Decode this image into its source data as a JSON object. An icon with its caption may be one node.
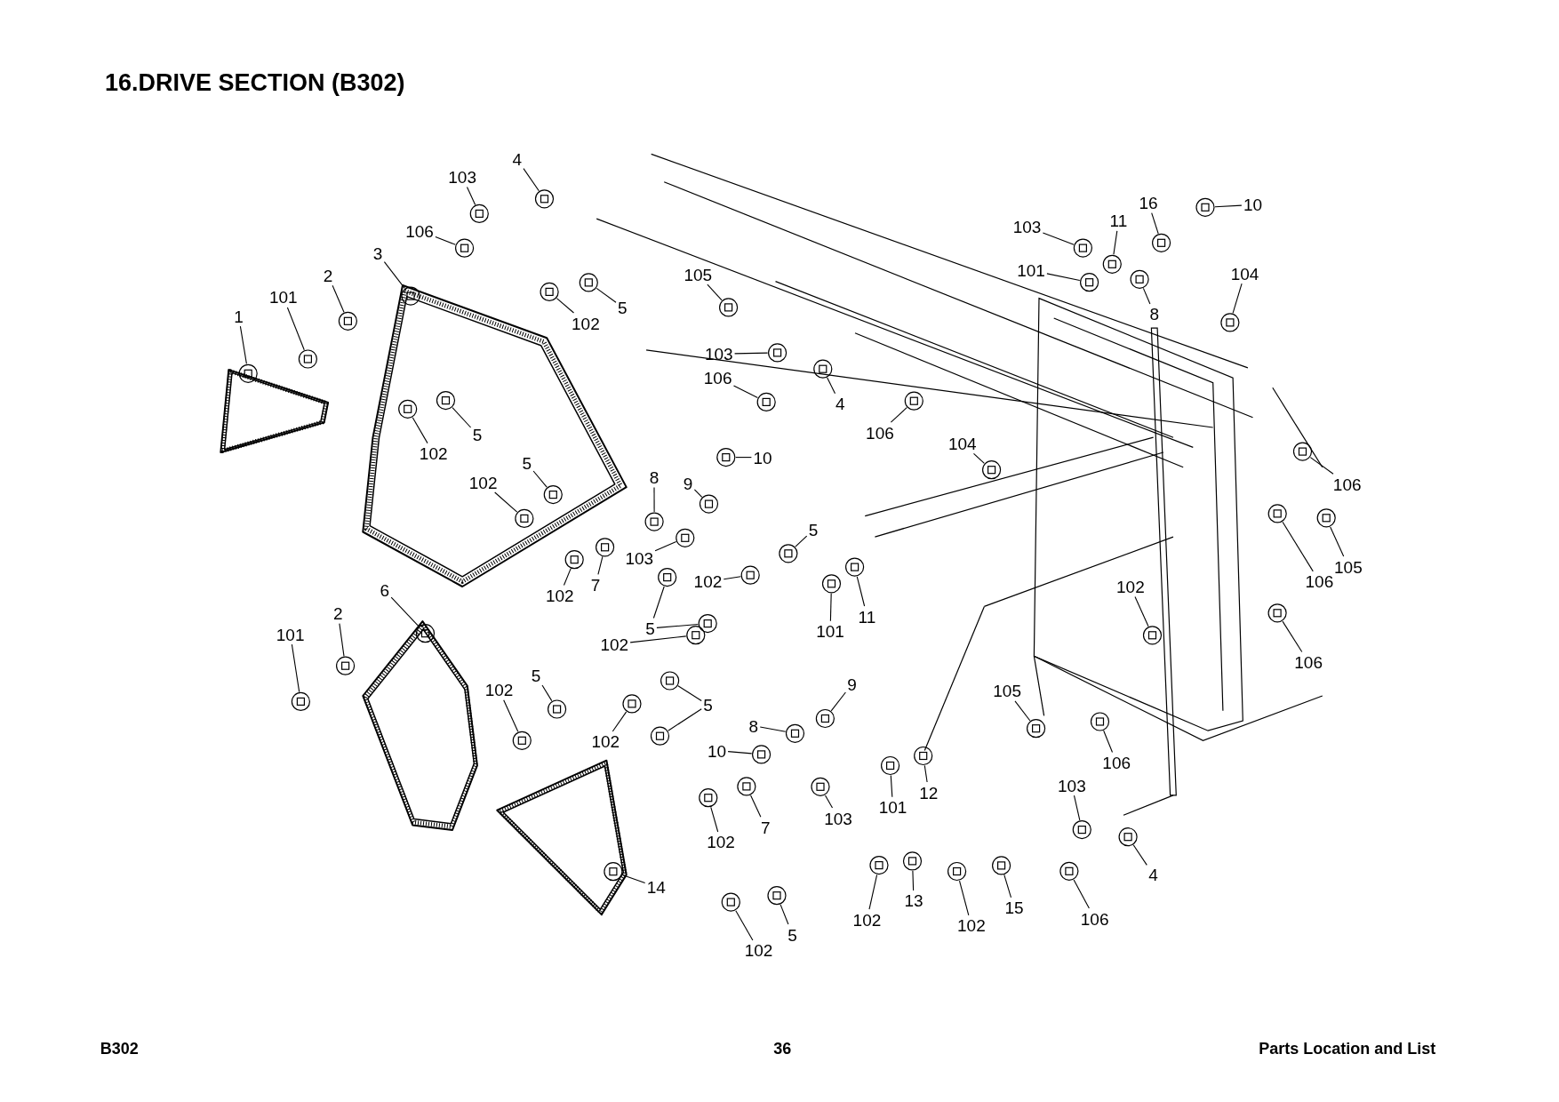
{
  "diagram": {
    "title": "16.DRIVE SECTION (B302)",
    "nodes": [
      {
        "text": [
          "4"
        ]
      },
      {
        "text": [
          "103"
        ]
      },
      {
        "text": [
          "106"
        ]
      },
      {
        "text": [
          "3"
        ]
      },
      {
        "text": [
          "2"
        ]
      },
      {
        "text": [
          "101"
        ]
      },
      {
        "text": [
          "1"
        ]
      },
      {
        "text": [
          "5"
        ]
      },
      {
        "text": [
          "102"
        ]
      },
      {
        "text": [
          "105"
        ]
      },
      {
        "text": [
          "103"
        ]
      },
      {
        "text": [
          "106"
        ]
      },
      {
        "text": [
          "4"
        ]
      },
      {
        "text": [
          "106"
        ]
      },
      {
        "text": [
          "5"
        ]
      },
      {
        "text": [
          "102"
        ]
      },
      {
        "text": [
          "5"
        ]
      },
      {
        "text": [
          "102"
        ]
      },
      {
        "text": [
          "10"
        ]
      },
      {
        "text": [
          "9"
        ]
      },
      {
        "text": [
          "8"
        ]
      },
      {
        "text": [
          "104"
        ]
      },
      {
        "text": [
          "103"
        ]
      },
      {
        "text": [
          "5"
        ]
      },
      {
        "text": [
          "7"
        ]
      },
      {
        "text": [
          "102"
        ]
      },
      {
        "text": [
          "102"
        ]
      },
      {
        "text": [
          "5"
        ]
      },
      {
        "text": [
          "102"
        ]
      },
      {
        "text": [
          "101"
        ]
      },
      {
        "text": [
          "11"
        ]
      },
      {
        "text": [
          "6"
        ]
      },
      {
        "text": [
          "2"
        ]
      },
      {
        "text": [
          "101"
        ]
      },
      {
        "text": [
          "5"
        ]
      },
      {
        "text": [
          "102"
        ]
      },
      {
        "text": [
          "5"
        ]
      },
      {
        "text": [
          "102"
        ]
      },
      {
        "text": [
          "9"
        ]
      },
      {
        "text": [
          "8"
        ]
      },
      {
        "text": [
          "10"
        ]
      },
      {
        "text": [
          "102"
        ]
      },
      {
        "text": [
          "105"
        ]
      },
      {
        "text": [
          "106"
        ]
      },
      {
        "text": [
          "106"
        ]
      },
      {
        "text": [
          "105"
        ]
      },
      {
        "text": [
          "106"
        ]
      },
      {
        "text": [
          "106"
        ]
      },
      {
        "text": [
          "12"
        ]
      },
      {
        "text": [
          "101"
        ]
      },
      {
        "text": [
          "103"
        ]
      },
      {
        "text": [
          "7"
        ]
      },
      {
        "text": [
          "102"
        ]
      },
      {
        "text": [
          "103"
        ]
      },
      {
        "text": [
          "4"
        ]
      },
      {
        "text": [
          "106"
        ]
      },
      {
        "text": [
          "14"
        ]
      },
      {
        "text": [
          "5"
        ]
      },
      {
        "text": [
          "102"
        ]
      },
      {
        "text": [
          "102"
        ]
      },
      {
        "text": [
          "13"
        ]
      },
      {
        "text": [
          "102"
        ]
      },
      {
        "text": [
          "15"
        ]
      },
      {
        "text": [
          "103"
        ]
      },
      {
        "text": [
          "11"
        ]
      },
      {
        "text": [
          "16"
        ]
      },
      {
        "text": [
          "10"
        ]
      },
      {
        "text": [
          "101"
        ]
      },
      {
        "text": [
          "104"
        ]
      },
      {
        "text": [
          "8"
        ]
      },
      {
        "text": [],
        "shape": "picture"
      },
      {
        "text": [],
        "shape": "picture"
      },
      {
        "text": [],
        "shape": "picture"
      },
      {
        "text": [],
        "shape": "picture"
      },
      {
        "text": [],
        "shape": "picture"
      },
      {
        "text": [],
        "shape": "picture"
      },
      {
        "text": [],
        "shape": "picture"
      },
      {
        "text": [],
        "shape": "picture"
      },
      {
        "text": [],
        "shape": "picture"
      },
      {
        "text": [],
        "shape": "picture"
      },
      {
        "text": [],
        "shape": "picture"
      },
      {
        "text": [],
        "shape": "picture"
      },
      {
        "text": [],
        "shape": "picture"
      },
      {
        "text": [],
        "shape": "picture"
      },
      {
        "text": [],
        "shape": "picture"
      },
      {
        "text": [],
        "shape": "picture"
      },
      {
        "text": [],
        "shape": "picture"
      },
      {
        "text": [],
        "shape": "picture"
      },
      {
        "text": [],
        "shape": "picture"
      },
      {
        "text": [],
        "shape": "picture"
      },
      {
        "text": [],
        "shape": "picture"
      },
      {
        "text": [],
        "shape": "picture"
      },
      {
        "text": [],
        "shape": "picture"
      },
      {
        "text": [],
        "shape": "picture"
      },
      {
        "text": [],
        "shape": "picture"
      },
      {
        "text": [],
        "shape": "picture"
      },
      {
        "text": [],
        "shape": "picture"
      },
      {
        "text": [],
        "shape": "picture"
      },
      {
        "text": [],
        "shape": "picture"
      },
      {
        "text": [],
        "shape": "picture"
      },
      {
        "text": [],
        "shape": "picture"
      },
      {
        "text": [],
        "shape": "picture"
      },
      {
        "text": [],
        "shape": "picture"
      },
      {
        "text": [],
        "shape": "picture"
      },
      {
        "text": [],
        "shape": "picture"
      },
      {
        "text": [],
        "shape": "picture"
      },
      {
        "text": [],
        "shape": "picture"
      },
      {
        "text": [],
        "shape": "picture"
      },
      {
        "text": [],
        "shape": "picture"
      },
      {
        "text": [],
        "shape": "picture"
      },
      {
        "text": [],
        "shape": "picture"
      },
      {
        "text": [],
        "shape": "picture"
      },
      {
        "text": [],
        "shape": "picture"
      },
      {
        "text": [],
        "shape": "picture"
      },
      {
        "text": [],
        "shape": "picture"
      },
      {
        "text": [],
        "shape": "picture"
      },
      {
        "text": [],
        "shape": "picture"
      },
      {
        "text": [],
        "shape": "picture"
      },
      {
        "text": [],
        "shape": "picture"
      },
      {
        "text": [],
        "shape": "picture"
      },
      {
        "text": [],
        "shape": "picture"
      },
      {
        "text": [],
        "shape": "picture"
      },
      {
        "text": [],
        "shape": "picture"
      },
      {
        "text": [],
        "shape": "picture"
      },
      {
        "text": [],
        "shape": "picture"
      },
      {
        "text": [],
        "shape": "picture"
      },
      {
        "text": [],
        "shape": "picture"
      },
      {
        "text": [],
        "shape": "picture"
      },
      {
        "text": [],
        "shape": "picture"
      },
      {
        "text": [],
        "shape": "picture"
      },
      {
        "text": [],
        "shape": "picture"
      },
      {
        "text": [],
        "shape": "picture"
      },
      {
        "text": [],
        "shape": "picture"
      },
      {
        "text": [],
        "shape": "picture"
      },
      {
        "text": [],
        "shape": "picture"
      },
      {
        "text": [],
        "shape": "picture"
      },
      {
        "text": [],
        "shape": "picture"
      },
      {
        "text": [],
        "shape": "picture"
      },
      {
        "text": [],
        "shape": "picture"
      },
      {
        "text": [],
        "shape": "picture"
      },
      {
        "text": [],
        "shape": "picture"
      },
      {
        "text": [],
        "shape": "picture"
      }
    ],
    "edges": [
      {
        "from": 0,
        "to": 70,
        "arrow": "none"
      },
      {
        "from": 1,
        "to": 71,
        "arrow": "none"
      },
      {
        "from": 2,
        "to": 72,
        "arrow": "none"
      },
      {
        "from": 3,
        "to": 73,
        "arrow": "none"
      },
      {
        "from": 4,
        "to": 74,
        "arrow": "none"
      },
      {
        "from": 5,
        "to": 75,
        "arrow": "none"
      },
      {
        "from": 6,
        "to": 76,
        "arrow": "none"
      },
      {
        "from": 7,
        "to": 77,
        "arrow": "none"
      },
      {
        "from": 8,
        "to": 78,
        "arrow": "none"
      },
      {
        "from": 9,
        "to": 79,
        "arrow": "none"
      },
      {
        "from": 10,
        "to": 80,
        "arrow": "none"
      },
      {
        "from": 11,
        "to": 81,
        "arrow": "none"
      },
      {
        "from": 12,
        "to": 82,
        "arrow": "none"
      },
      {
        "from": 13,
        "to": 83,
        "arrow": "none"
      },
      {
        "from": 14,
        "to": 84,
        "arrow": "none"
      },
      {
        "from": 15,
        "to": 85,
        "arrow": "none"
      },
      {
        "from": 16,
        "to": 86,
        "arrow": "none"
      },
      {
        "from": 17,
        "to": 87,
        "arrow": "none"
      },
      {
        "from": 18,
        "to": 88,
        "arrow": "none"
      },
      {
        "from": 19,
        "to": 89,
        "arrow": "none"
      },
      {
        "from": 20,
        "to": 90,
        "arrow": "none"
      },
      {
        "from": 21,
        "to": 91,
        "arrow": "none"
      },
      {
        "from": 22,
        "to": 92,
        "arrow": "none"
      },
      {
        "from": 23,
        "to": 93,
        "arrow": "none"
      },
      {
        "from": 24,
        "to": 94,
        "arrow": "none"
      },
      {
        "from": 25,
        "to": 95,
        "arrow": "none"
      },
      {
        "from": 26,
        "to": 96,
        "arrow": "none"
      },
      {
        "from": 27,
        "to": 97,
        "arrow": "none"
      },
      {
        "from": 27,
        "to": 98,
        "arrow": "none"
      },
      {
        "from": 28,
        "to": 99,
        "arrow": "none"
      },
      {
        "from": 29,
        "to": 100,
        "arrow": "none"
      },
      {
        "from": 30,
        "to": 101,
        "arrow": "none"
      },
      {
        "from": 31,
        "to": 102,
        "arrow": "none"
      },
      {
        "from": 32,
        "to": 103,
        "arrow": "none"
      },
      {
        "from": 33,
        "to": 104,
        "arrow": "none"
      },
      {
        "from": 34,
        "to": 105,
        "arrow": "none"
      },
      {
        "from": 35,
        "to": 106,
        "arrow": "none"
      },
      {
        "from": 36,
        "to": 107,
        "arrow": "none"
      },
      {
        "from": 36,
        "to": 108,
        "arrow": "none"
      },
      {
        "from": 37,
        "to": 109,
        "arrow": "none"
      },
      {
        "from": 38,
        "to": 110,
        "arrow": "none"
      },
      {
        "from": 39,
        "to": 111,
        "arrow": "none"
      },
      {
        "from": 40,
        "to": 112,
        "arrow": "none"
      },
      {
        "from": 41,
        "to": 113,
        "arrow": "none"
      },
      {
        "from": 42,
        "to": 114,
        "arrow": "none"
      },
      {
        "from": 43,
        "to": 115,
        "arrow": "none"
      },
      {
        "from": 44,
        "to": 116,
        "arrow": "none"
      },
      {
        "from": 45,
        "to": 117,
        "arrow": "none"
      },
      {
        "from": 46,
        "to": 118,
        "arrow": "none"
      },
      {
        "from": 47,
        "to": 119,
        "arrow": "none"
      },
      {
        "from": 48,
        "to": 120,
        "arrow": "none"
      },
      {
        "from": 49,
        "to": 121,
        "arrow": "none"
      },
      {
        "from": 50,
        "to": 122,
        "arrow": "none"
      },
      {
        "from": 51,
        "to": 123,
        "arrow": "none"
      },
      {
        "from": 52,
        "to": 124,
        "arrow": "none"
      },
      {
        "from": 53,
        "to": 125,
        "arrow": "none"
      },
      {
        "from": 54,
        "to": 126,
        "arrow": "none"
      },
      {
        "from": 55,
        "to": 127,
        "arrow": "none"
      },
      {
        "from": 56,
        "to": 128,
        "arrow": "none"
      },
      {
        "from": 57,
        "to": 129,
        "arrow": "none"
      },
      {
        "from": 58,
        "to": 130,
        "arrow": "none"
      },
      {
        "from": 59,
        "to": 131,
        "arrow": "none"
      },
      {
        "from": 60,
        "to": 132,
        "arrow": "none"
      },
      {
        "from": 61,
        "to": 133,
        "arrow": "none"
      },
      {
        "from": 62,
        "to": 134,
        "arrow": "none"
      },
      {
        "from": 63,
        "to": 135,
        "arrow": "none"
      },
      {
        "from": 64,
        "to": 136,
        "arrow": "none"
      },
      {
        "from": 65,
        "to": 137,
        "arrow": "none"
      },
      {
        "from": 66,
        "to": 138,
        "arrow": "none"
      },
      {
        "from": 67,
        "to": 139,
        "arrow": "none"
      },
      {
        "from": 68,
        "to": 140,
        "arrow": "none"
      },
      {
        "from": 69,
        "to": 141,
        "arrow": "none"
      }
    ],
    "labels": [
      "B302",
      "36",
      "Parts Location and List"
    ]
  }
}
